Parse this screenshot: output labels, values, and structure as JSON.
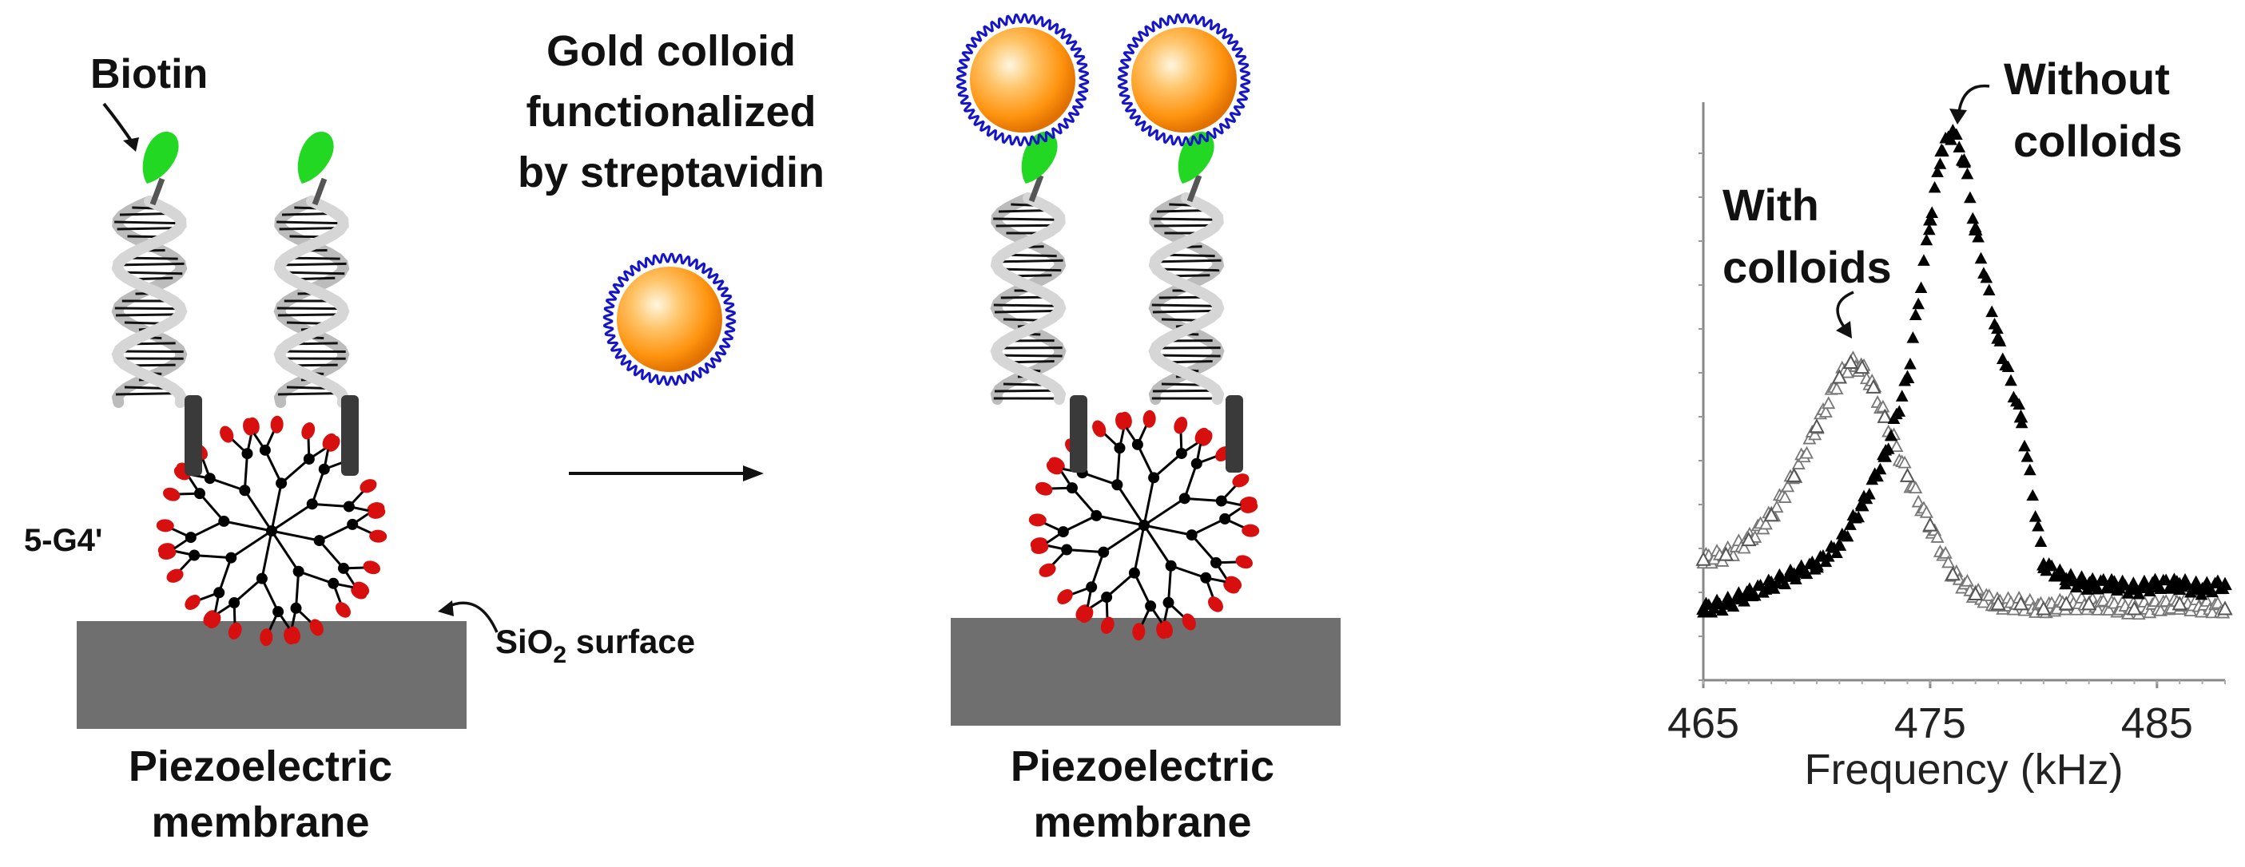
{
  "labels": {
    "biotin": "Biotin",
    "gold_colloid": [
      "Gold colloid",
      "functionalized",
      "by streptavidin"
    ],
    "dendrimer": "5-G4'",
    "surface_prefix": "SiO",
    "surface_sub": "2",
    "surface_suffix": " surface",
    "membrane_left": [
      "Piezoelectric",
      "membrane"
    ],
    "membrane_right": [
      "Piezoelectric",
      "membrane"
    ]
  },
  "chart_data": {
    "type": "scatter",
    "xlabel": "Frequency (kHz)",
    "xticks": [
      "465",
      "475",
      "485"
    ],
    "xlim": [
      465,
      488
    ],
    "ylim": [
      0,
      1
    ],
    "series": [
      {
        "name": "Without colloids",
        "marker": "filled-triangle",
        "color": "#000000",
        "x": [
          465,
          466,
          467,
          468,
          469,
          470,
          471,
          472,
          473,
          474,
          475,
          475.5,
          476,
          476.5,
          477,
          478,
          479,
          480,
          481,
          482,
          483,
          484,
          485,
          486,
          487,
          488
        ],
        "y": [
          0.03,
          0.04,
          0.06,
          0.08,
          0.1,
          0.12,
          0.16,
          0.24,
          0.34,
          0.5,
          0.82,
          0.96,
          1.0,
          0.94,
          0.8,
          0.58,
          0.42,
          0.12,
          0.09,
          0.08,
          0.08,
          0.07,
          0.08,
          0.08,
          0.07,
          0.08
        ]
      },
      {
        "name": "With colloids",
        "marker": "open-triangle",
        "color": "#666666",
        "x": [
          465,
          466,
          467,
          468,
          469,
          470,
          471,
          471.5,
          472,
          472.5,
          473,
          474,
          475,
          476,
          477,
          478,
          479,
          480,
          481,
          482,
          484,
          486,
          488
        ],
        "y": [
          0.13,
          0.14,
          0.17,
          0.22,
          0.3,
          0.4,
          0.5,
          0.53,
          0.52,
          0.48,
          0.42,
          0.3,
          0.2,
          0.1,
          0.06,
          0.04,
          0.04,
          0.03,
          0.04,
          0.04,
          0.03,
          0.04,
          0.03
        ]
      }
    ],
    "annotations": [
      {
        "lines": [
          "Without",
          "colloids"
        ],
        "target": "Without colloids"
      },
      {
        "lines": [
          "With",
          "colloids"
        ],
        "target": "With colloids"
      }
    ]
  }
}
